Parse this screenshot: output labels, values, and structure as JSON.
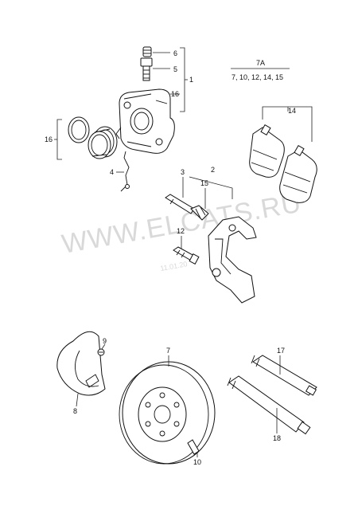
{
  "watermark": {
    "text": "WWW.ELCATS.RU",
    "date": "11.01.20"
  },
  "labels": {
    "l1": "1",
    "l2": "2",
    "l3": "3",
    "l4": "4",
    "l5": "5",
    "l6": "6",
    "l7": "7",
    "l7a": "7A",
    "l7a_list": "7, 10, 12, 14, 15",
    "l8": "8",
    "l9": "9",
    "l10": "10",
    "l12": "12",
    "l14": "14",
    "l15": "15",
    "l16a": "16",
    "l16b": "16",
    "l17": "17",
    "l18": "18"
  }
}
